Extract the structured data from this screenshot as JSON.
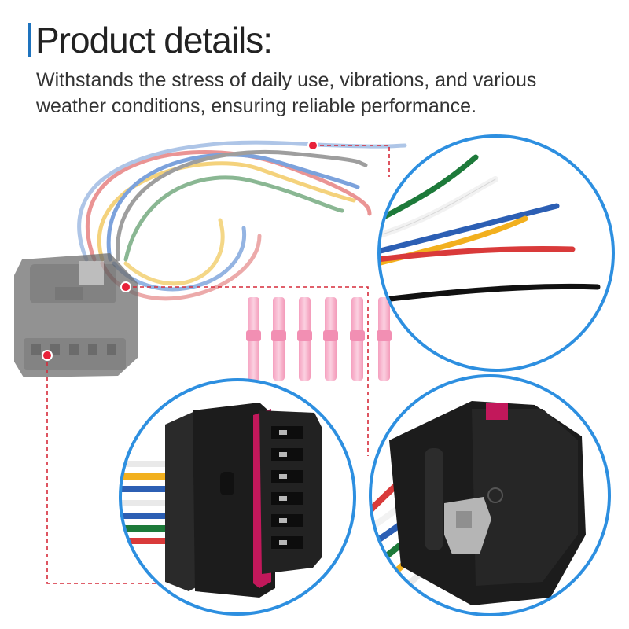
{
  "header": {
    "title": "Product details:",
    "description": "Withstands the stress of daily use, vibrations, and various weather conditions, ensuring reliable performance."
  },
  "colors": {
    "accent": "#1e73be",
    "circle_border": "#2d8fe0",
    "callout_dot": "#e8223a",
    "callout_line": "#d62b3a",
    "connector": "#1c1c1c",
    "seal": "#c2185b",
    "butt_connector": "#f7a8c4"
  },
  "wire_colors": [
    "#d93a3a",
    "#2c5fb4",
    "#f2b01e",
    "#f7f7f7",
    "#1d7a3a",
    "#111111",
    "#8a8a8a"
  ],
  "icons": {
    "wire-bundle": "wire-harness",
    "connector": "automotive-connector",
    "butt-connectors": "heat-shrink-connectors"
  }
}
